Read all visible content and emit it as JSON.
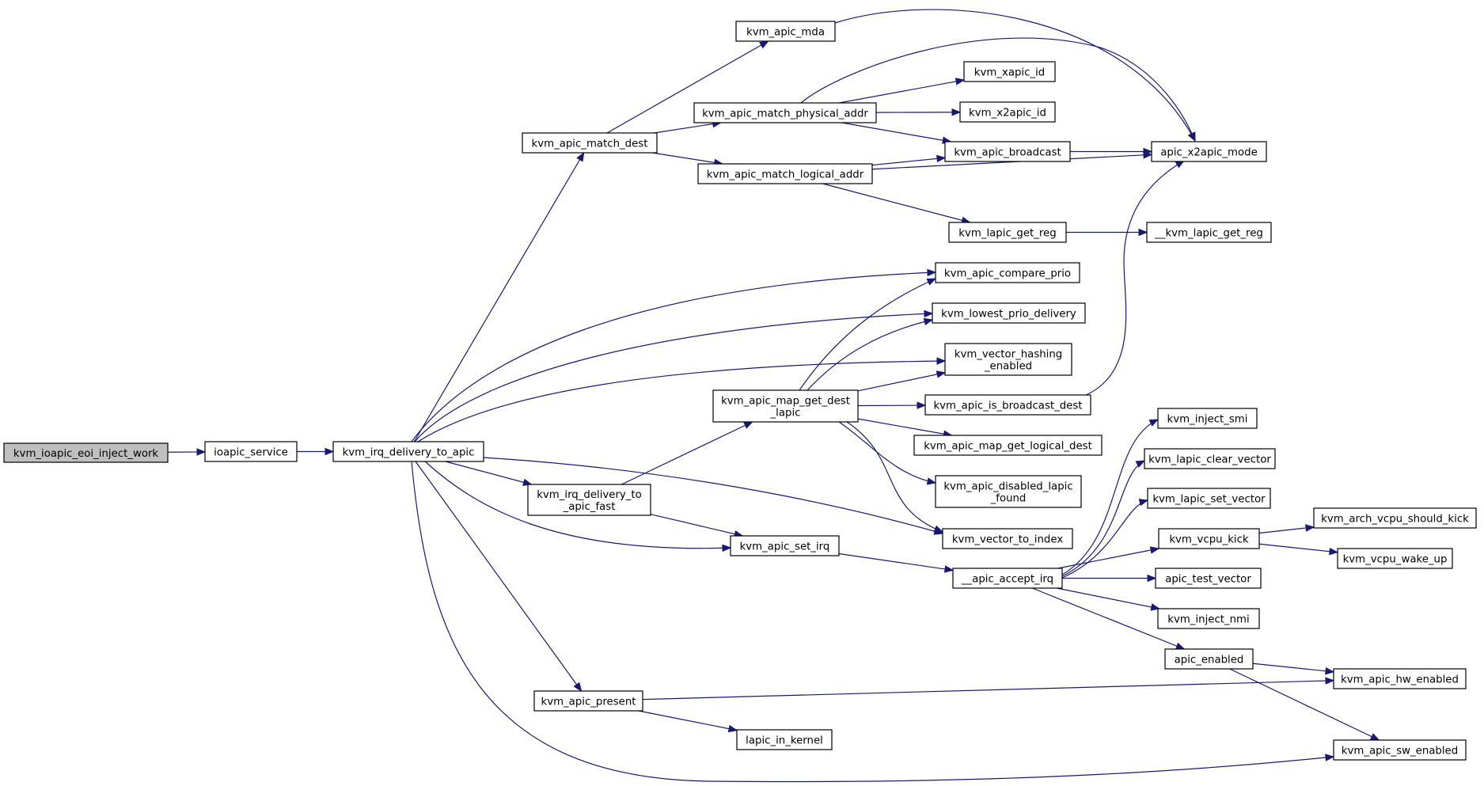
{
  "graph": {
    "colors": {
      "edge": "#191970",
      "node_border": "#000000",
      "root_fill": "#bfbfbf",
      "node_fill": "#ffffff"
    },
    "nodes": [
      {
        "id": "kvm_ioapic_eoi_inject_work",
        "lines": [
          "kvm_ioapic_eoi_inject_work"
        ],
        "root": true
      },
      {
        "id": "ioapic_service",
        "lines": [
          "ioapic_service"
        ]
      },
      {
        "id": "kvm_irq_delivery_to_apic",
        "lines": [
          "kvm_irq_delivery_to_apic"
        ]
      },
      {
        "id": "kvm_apic_match_dest",
        "lines": [
          "kvm_apic_match_dest"
        ]
      },
      {
        "id": "kvm_irq_delivery_to_apic_fast",
        "lines": [
          "kvm_irq_delivery_to",
          "_apic_fast"
        ]
      },
      {
        "id": "kvm_apic_present",
        "lines": [
          "kvm_apic_present"
        ]
      },
      {
        "id": "kvm_apic_mda",
        "lines": [
          "kvm_apic_mda"
        ]
      },
      {
        "id": "kvm_apic_match_physical_addr",
        "lines": [
          "kvm_apic_match_physical_addr"
        ]
      },
      {
        "id": "kvm_apic_match_logical_addr",
        "lines": [
          "kvm_apic_match_logical_addr"
        ]
      },
      {
        "id": "kvm_apic_map_get_dest_lapic",
        "lines": [
          "kvm_apic_map_get_dest",
          "_lapic"
        ]
      },
      {
        "id": "kvm_apic_set_irq",
        "lines": [
          "kvm_apic_set_irq"
        ]
      },
      {
        "id": "lapic_in_kernel",
        "lines": [
          "lapic_in_kernel"
        ]
      },
      {
        "id": "kvm_xapic_id",
        "lines": [
          "kvm_xapic_id"
        ]
      },
      {
        "id": "kvm_x2apic_id",
        "lines": [
          "kvm_x2apic_id"
        ]
      },
      {
        "id": "kvm_apic_broadcast",
        "lines": [
          "kvm_apic_broadcast"
        ]
      },
      {
        "id": "kvm_lapic_get_reg",
        "lines": [
          "kvm_lapic_get_reg"
        ]
      },
      {
        "id": "kvm_apic_compare_prio",
        "lines": [
          "kvm_apic_compare_prio"
        ]
      },
      {
        "id": "kvm_lowest_prio_delivery",
        "lines": [
          "kvm_lowest_prio_delivery"
        ]
      },
      {
        "id": "kvm_vector_hashing_enabled",
        "lines": [
          "kvm_vector_hashing",
          "_enabled"
        ]
      },
      {
        "id": "kvm_apic_is_broadcast_dest",
        "lines": [
          "kvm_apic_is_broadcast_dest"
        ]
      },
      {
        "id": "kvm_apic_map_get_logical_dest",
        "lines": [
          "kvm_apic_map_get_logical_dest"
        ]
      },
      {
        "id": "kvm_apic_disabled_lapic_found",
        "lines": [
          "kvm_apic_disabled_lapic",
          "_found"
        ]
      },
      {
        "id": "kvm_vector_to_index",
        "lines": [
          "kvm_vector_to_index"
        ]
      },
      {
        "id": "__apic_accept_irq",
        "lines": [
          "__apic_accept_irq"
        ]
      },
      {
        "id": "apic_x2apic_mode",
        "lines": [
          "apic_x2apic_mode"
        ]
      },
      {
        "id": "__kvm_lapic_get_reg",
        "lines": [
          "__kvm_lapic_get_reg"
        ]
      },
      {
        "id": "kvm_inject_smi",
        "lines": [
          "kvm_inject_smi"
        ]
      },
      {
        "id": "kvm_lapic_clear_vector",
        "lines": [
          "kvm_lapic_clear_vector"
        ]
      },
      {
        "id": "kvm_lapic_set_vector",
        "lines": [
          "kvm_lapic_set_vector"
        ]
      },
      {
        "id": "kvm_vcpu_kick",
        "lines": [
          "kvm_vcpu_kick"
        ]
      },
      {
        "id": "apic_test_vector",
        "lines": [
          "apic_test_vector"
        ]
      },
      {
        "id": "kvm_inject_nmi",
        "lines": [
          "kvm_inject_nmi"
        ]
      },
      {
        "id": "apic_enabled",
        "lines": [
          "apic_enabled"
        ]
      },
      {
        "id": "kvm_arch_vcpu_should_kick",
        "lines": [
          "kvm_arch_vcpu_should_kick"
        ]
      },
      {
        "id": "kvm_vcpu_wake_up",
        "lines": [
          "kvm_vcpu_wake_up"
        ]
      },
      {
        "id": "kvm_apic_hw_enabled",
        "lines": [
          "kvm_apic_hw_enabled"
        ]
      },
      {
        "id": "kvm_apic_sw_enabled",
        "lines": [
          "kvm_apic_sw_enabled"
        ]
      }
    ],
    "edges": [
      [
        "kvm_ioapic_eoi_inject_work",
        "ioapic_service"
      ],
      [
        "ioapic_service",
        "kvm_irq_delivery_to_apic"
      ],
      [
        "kvm_irq_delivery_to_apic",
        "kvm_apic_match_dest"
      ],
      [
        "kvm_irq_delivery_to_apic",
        "kvm_apic_compare_prio"
      ],
      [
        "kvm_irq_delivery_to_apic",
        "kvm_lowest_prio_delivery"
      ],
      [
        "kvm_irq_delivery_to_apic",
        "kvm_vector_hashing_enabled"
      ],
      [
        "kvm_irq_delivery_to_apic",
        "kvm_vector_to_index"
      ],
      [
        "kvm_irq_delivery_to_apic",
        "kvm_irq_delivery_to_apic_fast"
      ],
      [
        "kvm_irq_delivery_to_apic",
        "kvm_apic_set_irq"
      ],
      [
        "kvm_irq_delivery_to_apic",
        "kvm_apic_present"
      ],
      [
        "kvm_irq_delivery_to_apic",
        "kvm_apic_sw_enabled"
      ],
      [
        "kvm_apic_match_dest",
        "kvm_apic_mda"
      ],
      [
        "kvm_apic_match_dest",
        "kvm_apic_match_physical_addr"
      ],
      [
        "kvm_apic_match_dest",
        "kvm_apic_match_logical_addr"
      ],
      [
        "kvm_apic_mda",
        "apic_x2apic_mode"
      ],
      [
        "kvm_apic_match_physical_addr",
        "apic_x2apic_mode"
      ],
      [
        "kvm_apic_match_physical_addr",
        "kvm_xapic_id"
      ],
      [
        "kvm_apic_match_physical_addr",
        "kvm_x2apic_id"
      ],
      [
        "kvm_apic_match_physical_addr",
        "kvm_apic_broadcast"
      ],
      [
        "kvm_apic_match_logical_addr",
        "kvm_apic_broadcast"
      ],
      [
        "kvm_apic_match_logical_addr",
        "apic_x2apic_mode"
      ],
      [
        "kvm_apic_match_logical_addr",
        "kvm_lapic_get_reg"
      ],
      [
        "kvm_apic_broadcast",
        "apic_x2apic_mode"
      ],
      [
        "kvm_lapic_get_reg",
        "__kvm_lapic_get_reg"
      ],
      [
        "kvm_irq_delivery_to_apic_fast",
        "kvm_apic_map_get_dest_lapic"
      ],
      [
        "kvm_irq_delivery_to_apic_fast",
        "kvm_apic_set_irq"
      ],
      [
        "kvm_apic_map_get_dest_lapic",
        "kvm_apic_compare_prio"
      ],
      [
        "kvm_apic_map_get_dest_lapic",
        "kvm_lowest_prio_delivery"
      ],
      [
        "kvm_apic_map_get_dest_lapic",
        "kvm_vector_hashing_enabled"
      ],
      [
        "kvm_apic_map_get_dest_lapic",
        "kvm_apic_is_broadcast_dest"
      ],
      [
        "kvm_apic_map_get_dest_lapic",
        "kvm_apic_map_get_logical_dest"
      ],
      [
        "kvm_apic_map_get_dest_lapic",
        "kvm_apic_disabled_lapic_found"
      ],
      [
        "kvm_apic_map_get_dest_lapic",
        "kvm_vector_to_index"
      ],
      [
        "kvm_apic_is_broadcast_dest",
        "apic_x2apic_mode"
      ],
      [
        "kvm_apic_set_irq",
        "__apic_accept_irq"
      ],
      [
        "__apic_accept_irq",
        "kvm_inject_smi"
      ],
      [
        "__apic_accept_irq",
        "kvm_lapic_clear_vector"
      ],
      [
        "__apic_accept_irq",
        "kvm_lapic_set_vector"
      ],
      [
        "__apic_accept_irq",
        "kvm_vcpu_kick"
      ],
      [
        "__apic_accept_irq",
        "apic_test_vector"
      ],
      [
        "__apic_accept_irq",
        "kvm_inject_nmi"
      ],
      [
        "__apic_accept_irq",
        "apic_enabled"
      ],
      [
        "kvm_vcpu_kick",
        "kvm_arch_vcpu_should_kick"
      ],
      [
        "kvm_vcpu_kick",
        "kvm_vcpu_wake_up"
      ],
      [
        "apic_enabled",
        "kvm_apic_hw_enabled"
      ],
      [
        "apic_enabled",
        "kvm_apic_sw_enabled"
      ],
      [
        "kvm_apic_present",
        "kvm_apic_hw_enabled"
      ],
      [
        "kvm_apic_present",
        "lapic_in_kernel"
      ]
    ]
  }
}
